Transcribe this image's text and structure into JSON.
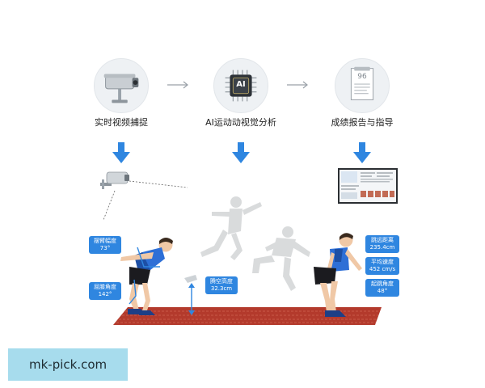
{
  "stages": [
    {
      "label": "实时视频捕捉",
      "icon": "camera-icon"
    },
    {
      "label": "AI运动动视觉分析",
      "icon": "ai-chip-icon"
    },
    {
      "label": "成绩报告与指导",
      "icon": "report-icon"
    }
  ],
  "chip_text": "AI",
  "report_score": "96",
  "measurements": {
    "arm_swing": {
      "name": "摆臂幅度",
      "value": "73°"
    },
    "knee_angle": {
      "name": "屈膝角度",
      "value": "142°"
    },
    "air_height": {
      "name": "腾空高度",
      "value": "32.3cm"
    },
    "jump_distance": {
      "name": "跳远距离",
      "value": "235.4cm"
    },
    "avg_speed": {
      "name": "平均速度",
      "value": "452 cm/s"
    },
    "takeoff_angle": {
      "name": "起跳角度",
      "value": "48°"
    }
  },
  "watermark": "mk-pick.com",
  "colors": {
    "accent_blue": "#2f86e0",
    "track_red": "#b33a2c",
    "shirt_blue": "#2e6fd6",
    "watermark_bg": "#a7dced"
  }
}
